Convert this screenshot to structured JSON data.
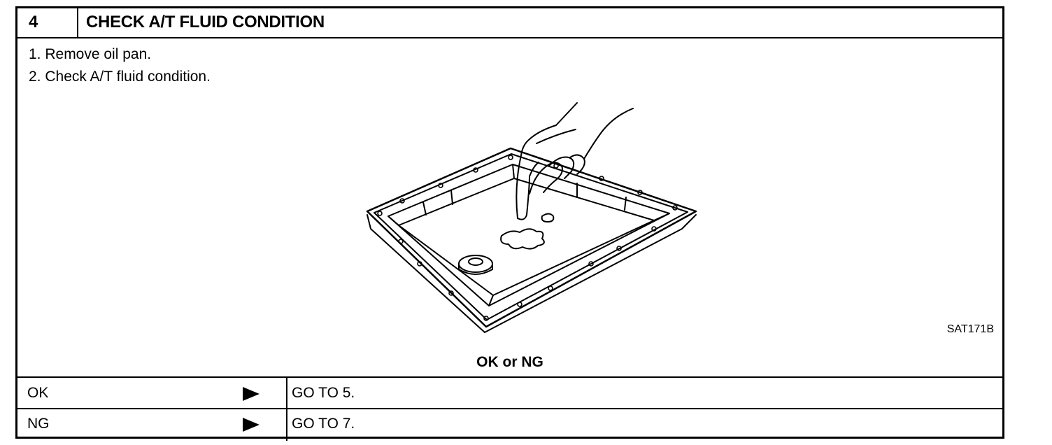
{
  "step": {
    "number": "4",
    "title": "CHECK A/T FLUID CONDITION"
  },
  "instructions": [
    "1.  Remove oil pan.",
    "2.  Check A/T fluid condition."
  ],
  "figure": {
    "code": "SAT171B"
  },
  "question": "OK or NG",
  "results": [
    {
      "label": "OK",
      "action": "GO TO 5."
    },
    {
      "label": "NG",
      "action": "GO TO 7."
    }
  ]
}
